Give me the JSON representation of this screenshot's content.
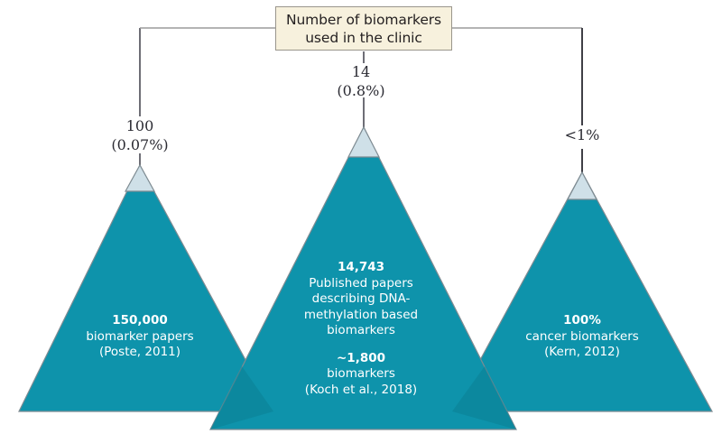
{
  "figure": {
    "title_box": {
      "name": "title-box",
      "lines": [
        "Number of biomarkers",
        "used in the clinic"
      ],
      "background": "#f7f1dd",
      "border_color": "#9a968c"
    },
    "colors": {
      "triangle_fill": "#0e93ab",
      "triangle_overlap": "#0b7f94",
      "triangle_tip": "#cfe0e8",
      "triangle_outline": "#7e8b92",
      "connector_line": "#6e6e76",
      "label_text": "#2b2b33",
      "triangle_text": "#ffffff",
      "background": "#ffffff"
    },
    "connectors": [
      {
        "name": "connector-left",
        "value": "100",
        "percent": "(0.07%)"
      },
      {
        "name": "connector-center",
        "value": "14",
        "percent": "(0.8%)"
      },
      {
        "name": "connector-right",
        "value": "<1%",
        "percent": ""
      }
    ],
    "triangles": [
      {
        "name": "triangle-left",
        "headline": "150,000",
        "line2": "biomarker papers",
        "line3": "(Poste, 2011)"
      },
      {
        "name": "triangle-center",
        "headline": "14,743",
        "line2": "Published papers",
        "line3": "describing DNA-",
        "line4": "methylation based",
        "line5": "biomarkers",
        "headline2": "~1,800",
        "line6": "biomarkers",
        "line7": "(Koch et al., 2018)"
      },
      {
        "name": "triangle-right",
        "headline": "100%",
        "line2": "cancer biomarkers",
        "line3": "(Kern, 2012)"
      }
    ]
  }
}
